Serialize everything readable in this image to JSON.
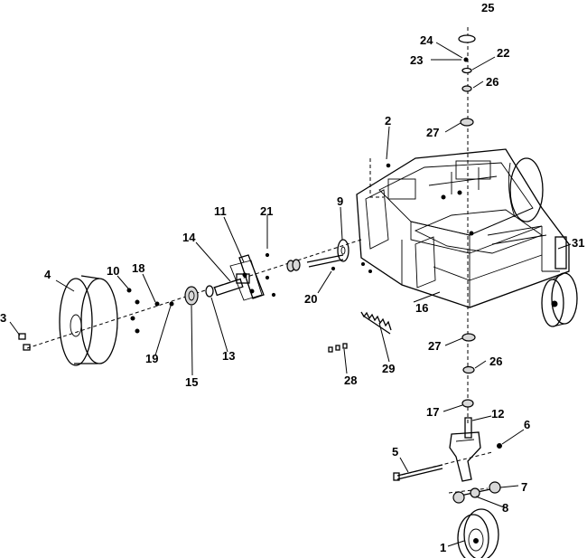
{
  "callouts": [
    {
      "id": "c1",
      "text": "1"
    },
    {
      "id": "c2",
      "text": "2"
    },
    {
      "id": "c3",
      "text": "3"
    },
    {
      "id": "c4",
      "text": "4"
    },
    {
      "id": "c5",
      "text": "5"
    },
    {
      "id": "c6",
      "text": "6"
    },
    {
      "id": "c7",
      "text": "7"
    },
    {
      "id": "c8",
      "text": "8"
    },
    {
      "id": "c9",
      "text": "9"
    },
    {
      "id": "c10",
      "text": "10"
    },
    {
      "id": "c11",
      "text": "11"
    },
    {
      "id": "c12",
      "text": "12"
    },
    {
      "id": "c13",
      "text": "13"
    },
    {
      "id": "c14",
      "text": "14"
    },
    {
      "id": "c15",
      "text": "15"
    },
    {
      "id": "c16",
      "text": "16"
    },
    {
      "id": "c17",
      "text": "17"
    },
    {
      "id": "c18",
      "text": "18"
    },
    {
      "id": "c19",
      "text": "19"
    },
    {
      "id": "c20",
      "text": "20"
    },
    {
      "id": "c21",
      "text": "21"
    },
    {
      "id": "c22",
      "text": "22"
    },
    {
      "id": "c23",
      "text": "23"
    },
    {
      "id": "c24",
      "text": "24"
    },
    {
      "id": "c25",
      "text": "25"
    },
    {
      "id": "c26a",
      "text": "26"
    },
    {
      "id": "c26b",
      "text": "26"
    },
    {
      "id": "c27a",
      "text": "27"
    },
    {
      "id": "c27b",
      "text": "27"
    },
    {
      "id": "c28",
      "text": "28"
    },
    {
      "id": "c29",
      "text": "29"
    },
    {
      "id": "c31",
      "text": "31"
    }
  ]
}
